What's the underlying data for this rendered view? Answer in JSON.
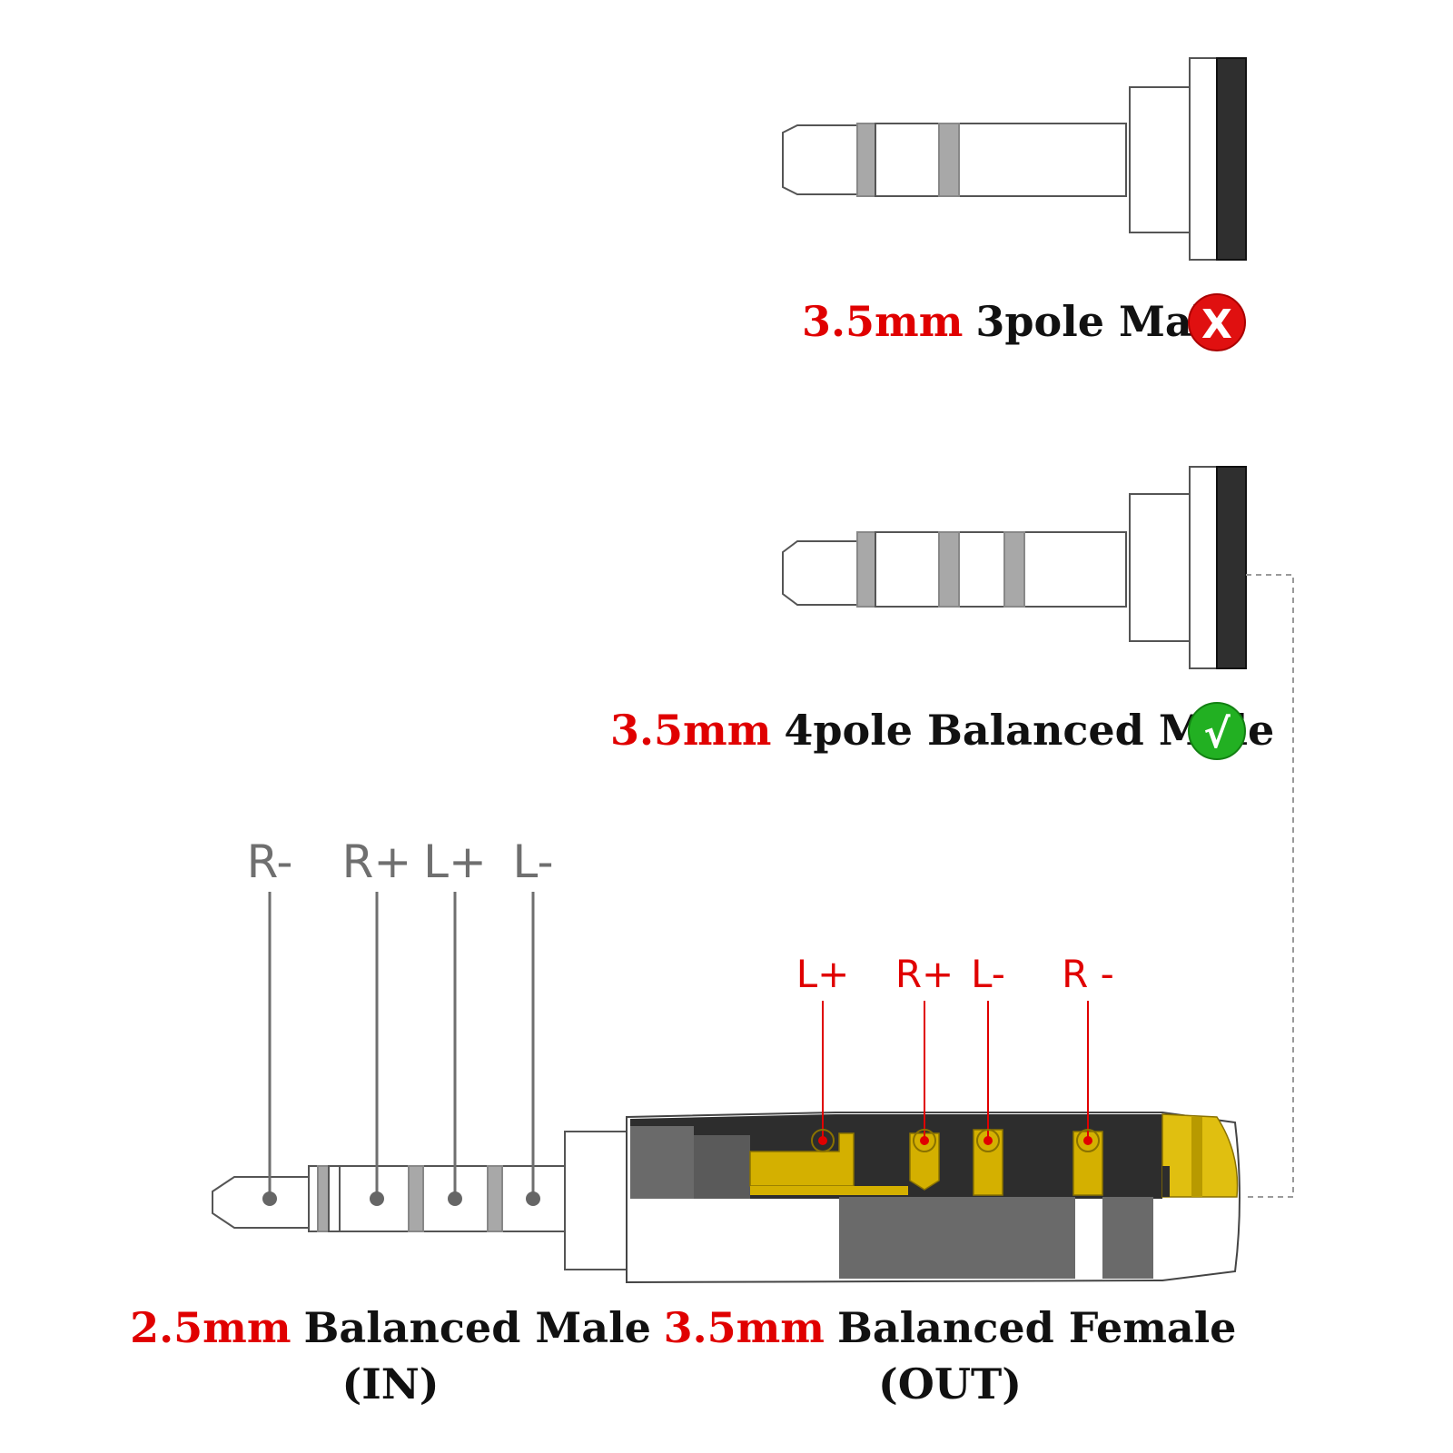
{
  "colors": {
    "accent_red": "#e00000",
    "text_dark": "#111111",
    "pin_grey": "#6f6f6f",
    "gold": "#d4b000",
    "ok_green": "#22b022",
    "no_red": "#e01010"
  },
  "plug_3pole": {
    "size": "3.5mm",
    "label": "3pole Male",
    "status_icon": "cross-icon",
    "status_glyph": "X"
  },
  "plug_4pole": {
    "size": "3.5mm",
    "label": "4pole Balanced Male",
    "status_icon": "check-icon",
    "status_glyph": "√"
  },
  "male_25": {
    "size": "2.5mm",
    "label": "Balanced Male",
    "sub": "(IN)",
    "pins": [
      "R-",
      "R+",
      "L+",
      "L-"
    ]
  },
  "female_35": {
    "size": "3.5mm",
    "label": "Balanced Female",
    "sub": "(OUT)",
    "pins": [
      "L+",
      "R+",
      "L-",
      "R -"
    ]
  }
}
